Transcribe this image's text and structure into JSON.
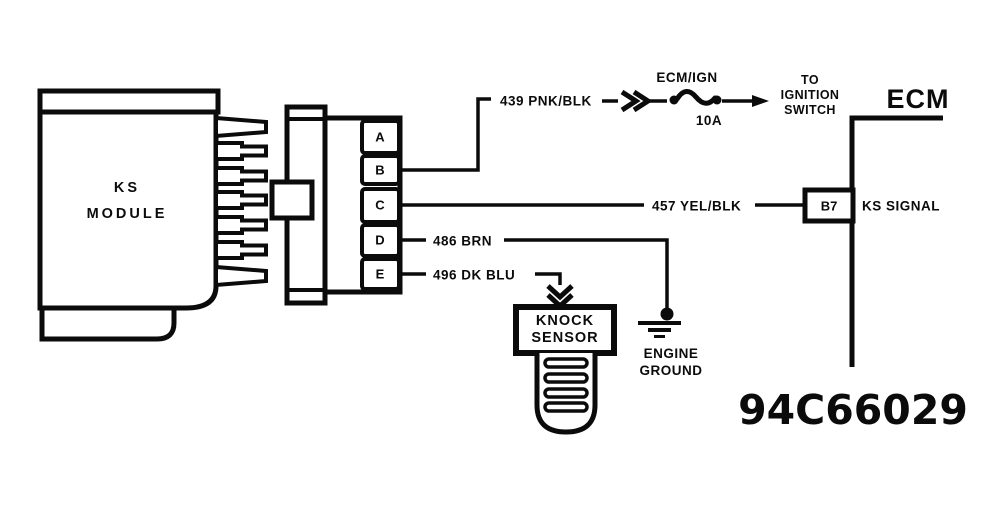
{
  "diagram": {
    "module": {
      "line1": "KS",
      "line2": "MODULE"
    },
    "pins": [
      "A",
      "B",
      "C",
      "D",
      "E"
    ],
    "wires": {
      "b": "439 PNK/BLK",
      "c": "457 YEL/BLK",
      "d": "486 BRN",
      "e": "496 DK BLU"
    },
    "fuse": {
      "name": "ECM/IGN",
      "rating": "10A"
    },
    "ignition": {
      "line1": "TO",
      "line2": "IGNITION",
      "line3": "SWITCH"
    },
    "ecm": {
      "title": "ECM",
      "terminal": "B7",
      "signal": "KS SIGNAL"
    },
    "knock_sensor": {
      "line1": "KNOCK",
      "line2": "SENSOR"
    },
    "ground": {
      "line1": "ENGINE",
      "line2": "GROUND"
    },
    "figure_number": "94C66029",
    "colors": {
      "ink": "#0b0b0b",
      "background": "#ffffff"
    }
  }
}
